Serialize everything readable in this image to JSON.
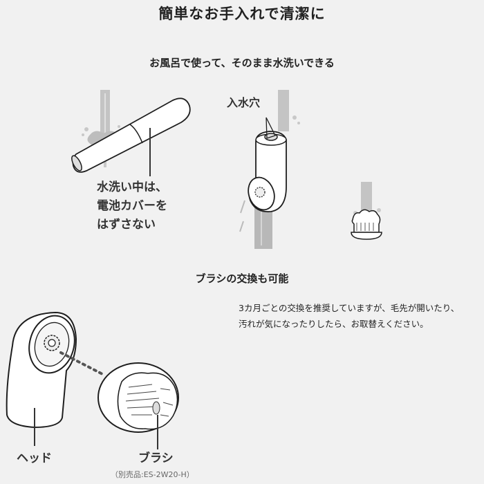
{
  "page": {
    "title": "簡単なお手入れで清潔に",
    "background_color": "#f1f1f1"
  },
  "section_wash": {
    "heading": "お風呂で使って、そのまま水洗いできる",
    "body_callout": {
      "lines": [
        "水洗い中は、",
        "電池カバーを",
        "はずさない"
      ]
    },
    "inlet_callout": "入水穴",
    "illustrations": [
      {
        "name": "body-under-water",
        "icon": "device-body-icon"
      },
      {
        "name": "head-under-water",
        "icon": "device-head-icon"
      },
      {
        "name": "brush-under-water",
        "icon": "brush-icon"
      }
    ]
  },
  "section_brush": {
    "heading": "ブラシの交換も可能",
    "description": [
      "3カ月ごとの交換を推奨していますが、毛先が開いたり、",
      "汚れが気になったりしたら、お取替えください。"
    ],
    "head_label": "ヘッド",
    "brush_label": "ブラシ",
    "brush_note": "（別売品:ES-2W20-H）"
  },
  "colors": {
    "text": "#222222",
    "water": "#bdbdbd",
    "outline": "#1e1e1e",
    "fill": "#ffffff"
  }
}
